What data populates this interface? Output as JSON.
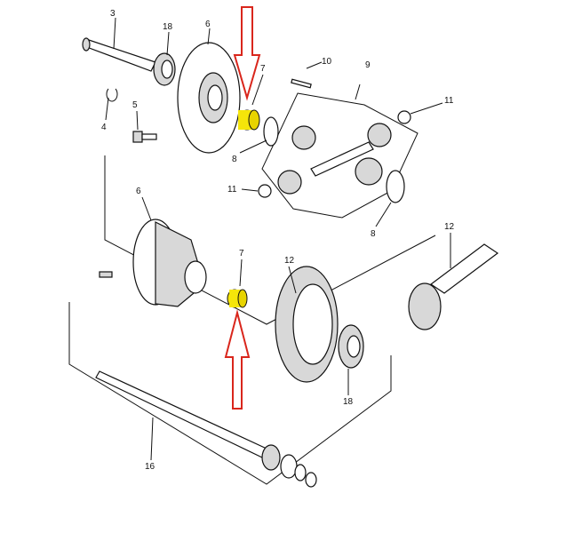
{
  "title": "Differential assembly exploded view",
  "labels": {
    "axle_shaft_top": "3",
    "bearing_top": "18",
    "case_top": "6",
    "bushing_top": "7",
    "pin": "10",
    "gear_set": "9",
    "washer_right": "11",
    "snap_ring": "4",
    "bolt": "5",
    "thrust_washer_left": "8",
    "washer_left": "11",
    "thrust_washer_right": "8",
    "case_bottom": "6",
    "bushing_bottom": "7",
    "ring_gear": "12",
    "pinion": "12",
    "bearing_bottom": "18",
    "output_shaft": "16"
  },
  "colors": {
    "highlight": "#f5e50a",
    "arrow": "#d9261c"
  }
}
